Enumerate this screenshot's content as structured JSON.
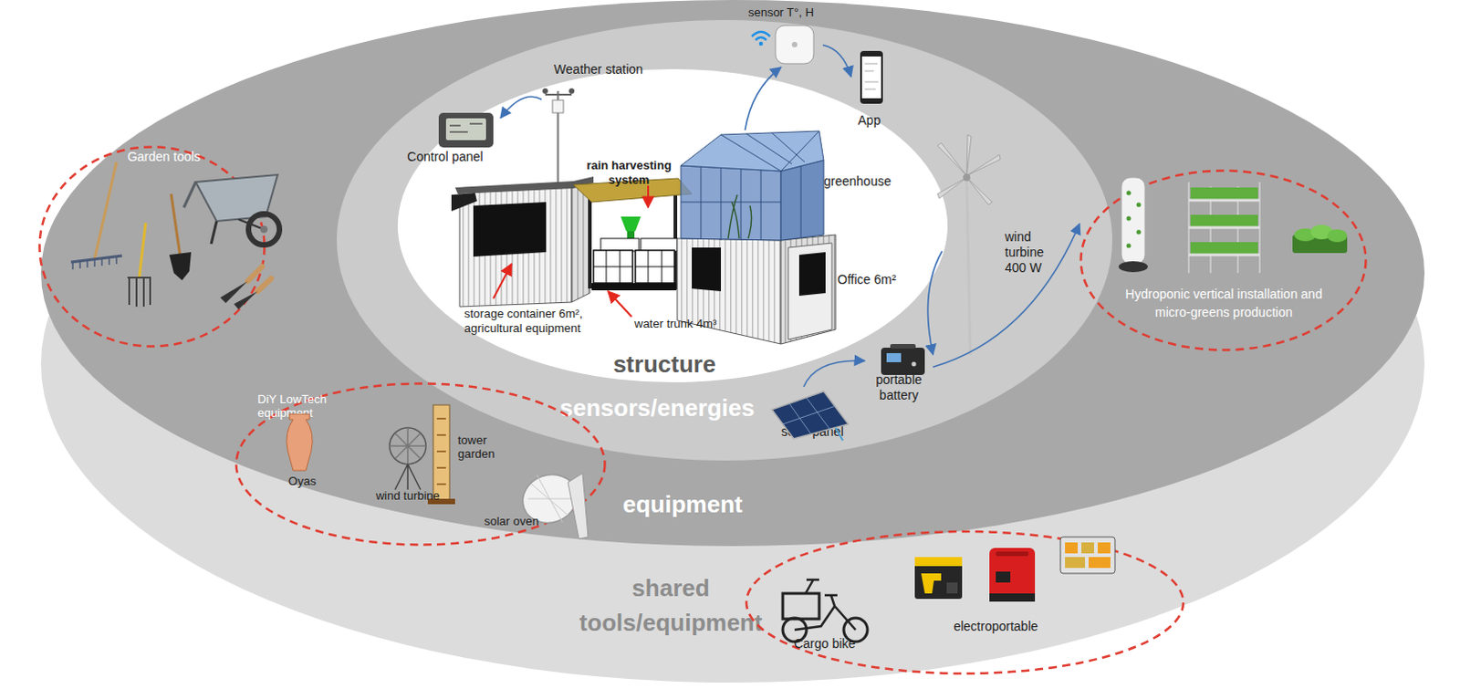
{
  "diagram": {
    "nodes": [
      {
        "text": [
          "shared tools/equipment"
        ]
      },
      {
        "text": [
          "equipment"
        ],
        "in": 0
      },
      {
        "text": [
          "sensors/energies"
        ],
        "in": 1
      },
      {
        "text": [
          "structure"
        ],
        "in": 2
      },
      {
        "text": [
          "Garden tools"
        ],
        "in": 1
      },
      {
        "text": [
          "Weather station"
        ],
        "in": 2
      },
      {
        "text": [
          "Control panel"
        ],
        "in": 2
      },
      {
        "text": [
          "sensor T°, H"
        ],
        "in": 2
      },
      {
        "text": [
          "App"
        ],
        "in": 2
      },
      {
        "text": [
          "greenhouse"
        ],
        "in": 3
      },
      {
        "text": [
          "wind turbine 400 W"
        ],
        "in": 2
      },
      {
        "text": [
          "Hydroponic vertical installation and micro-greens production"
        ],
        "in": 1
      },
      {
        "text": [
          "portable battery"
        ],
        "in": 2
      },
      {
        "text": [
          "solar panel"
        ],
        "in": 2
      },
      {
        "text": [
          "DiY LowTech equipment"
        ],
        "in": 1
      }
    ],
    "edges": [
      {
        "from": 9,
        "to": 7,
        "arrow": "to"
      },
      {
        "from": 7,
        "to": 8,
        "arrow": "to"
      },
      {
        "from": 5,
        "to": 6,
        "arrow": "to"
      },
      {
        "from": 10,
        "to": 12,
        "arrow": "to"
      },
      {
        "from": 13,
        "to": 12,
        "arrow": "to"
      },
      {
        "from": 12,
        "to": 11,
        "arrow": "to"
      }
    ],
    "labels": [
      "rain harvesting system",
      "storage container 6m², agricultural equipment",
      "water trunk 4m³",
      "Office 6m²",
      "Oyas",
      "wind turbine",
      "tower garden",
      "solar oven",
      "Cargo bike",
      "electroportable"
    ]
  }
}
